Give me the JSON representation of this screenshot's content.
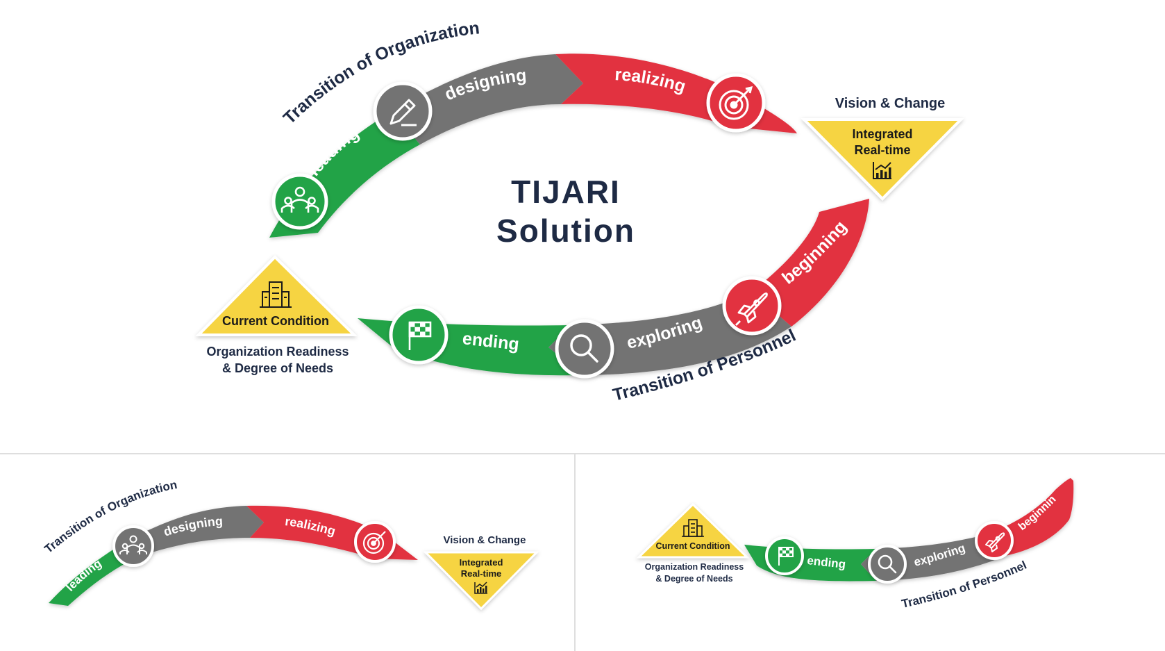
{
  "colors": {
    "green": "#20a347",
    "gray": "#737373",
    "red": "#e2323f",
    "yellow": "#f6d442",
    "navy": "#1e2a44",
    "divider": "#dedede"
  },
  "main": {
    "center_title_line1": "TIJARI",
    "center_title_line2": "Solution",
    "transition_organization": "Transition of Organization",
    "transition_personnel": "Transition of Personnel",
    "vision_change": "Vision & Change",
    "integrated_line1": "Integrated",
    "integrated_line2": "Real-time",
    "current_condition": "Current Condition",
    "readiness_line1": "Organization Readiness",
    "readiness_line2": "& Degree of Needs",
    "steps": {
      "leading": "leading",
      "designing": "designing",
      "realizing": "realizing",
      "beginning": "beginning",
      "exploring": "exploring",
      "ending": "ending"
    },
    "icons": [
      "people-icon",
      "pencil-icon",
      "target-icon",
      "rocket-icon",
      "magnifier-icon",
      "flag-icon",
      "chart-icon",
      "building-icon"
    ]
  },
  "left_panel": {
    "transition_organization": "Transition of Organization",
    "leading": "leading",
    "designing": "designing",
    "realizing": "realizing",
    "vision_change": "Vision & Change",
    "integrated_line1": "Integrated",
    "integrated_line2": "Real-time"
  },
  "right_panel": {
    "current_condition": "Current Condition",
    "readiness_line1": "Organization Readiness",
    "readiness_line2": "& Degree of Needs",
    "ending": "ending",
    "exploring": "exploring",
    "beginning": "beginning",
    "transition_personnel": "Transition of Personnel"
  }
}
